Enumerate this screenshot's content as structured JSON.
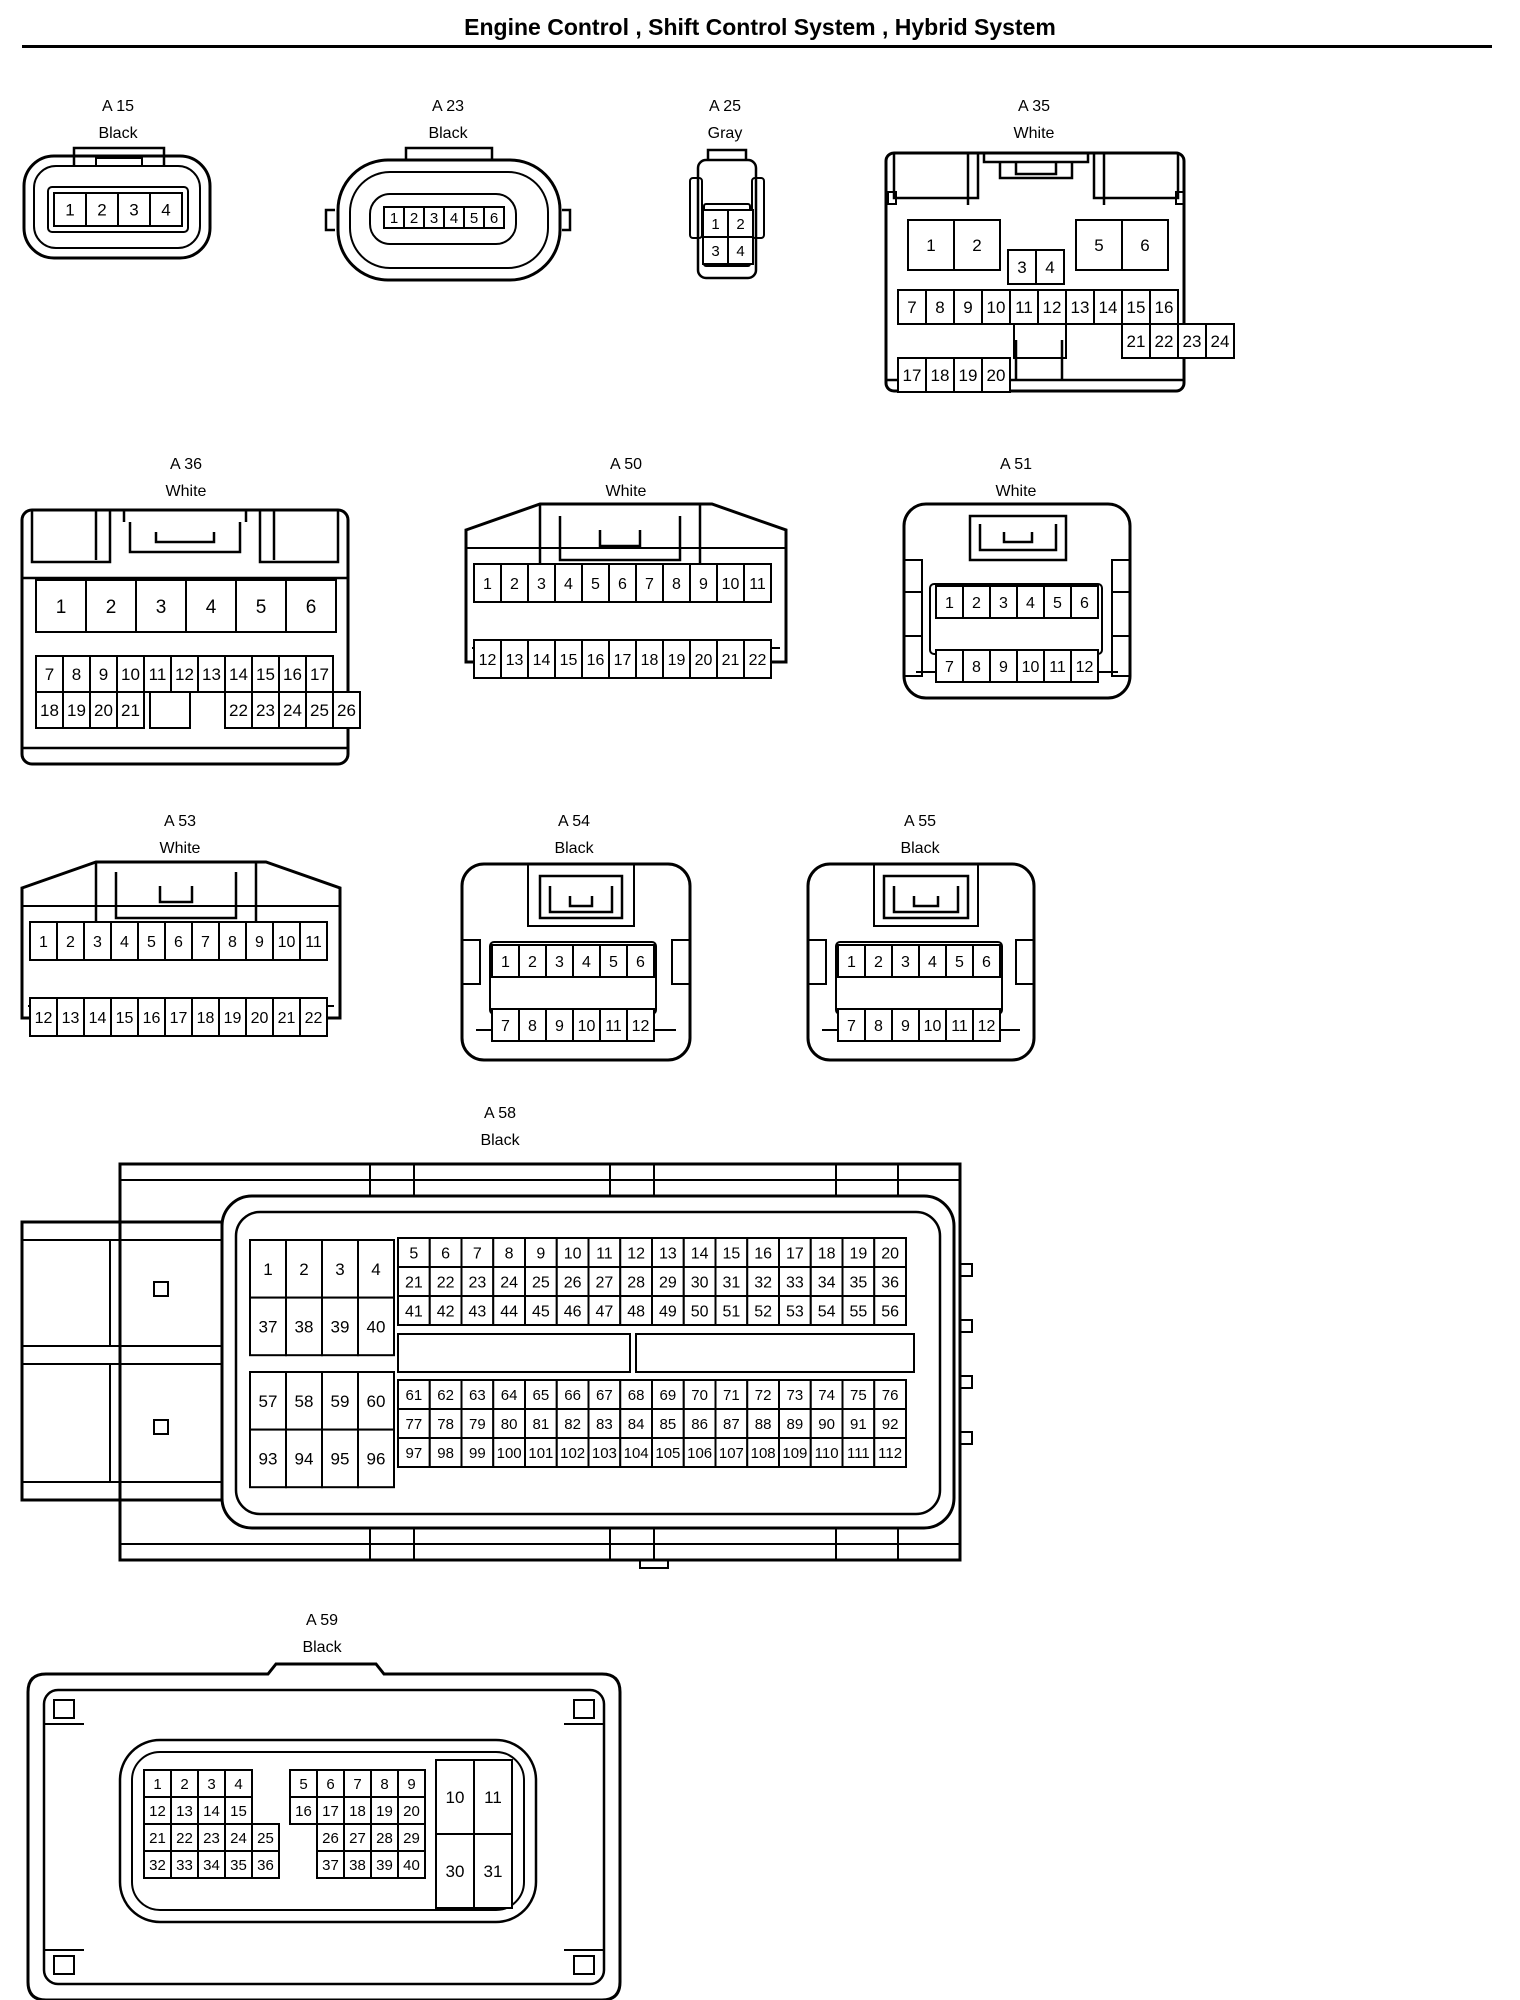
{
  "title": "Engine Control , Shift Control System , Hybrid System",
  "connectors": [
    {
      "id": "A 15",
      "color": "Black"
    },
    {
      "id": "A 23",
      "color": "Black"
    },
    {
      "id": "A 25",
      "color": "Gray"
    },
    {
      "id": "A 35",
      "color": "White"
    },
    {
      "id": "A 36",
      "color": "White"
    },
    {
      "id": "A 50",
      "color": "White"
    },
    {
      "id": "A 51",
      "color": "White"
    },
    {
      "id": "A 53",
      "color": "White"
    },
    {
      "id": "A 54",
      "color": "Black"
    },
    {
      "id": "A 55",
      "color": "Black"
    },
    {
      "id": "A 58",
      "color": "Black"
    },
    {
      "id": "A 59",
      "color": "Black"
    }
  ]
}
